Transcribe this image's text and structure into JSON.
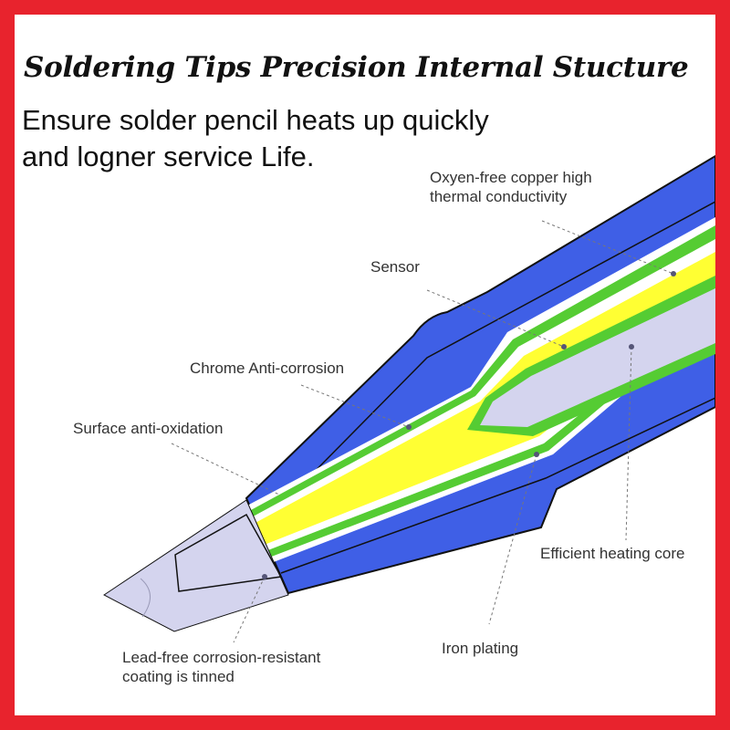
{
  "header": {
    "title": "Soldering Tips Precision Internal Stucture",
    "subtitle_line1": "Ensure solder pencil heats up quickly",
    "subtitle_line2": "and logner service Life."
  },
  "labels": {
    "oxygen_free_line1": "Oxyen-free copper high",
    "oxygen_free_line2": "thermal conductivity",
    "sensor": "Sensor",
    "chrome": "Chrome Anti-corrosion",
    "surface": "Surface anti-oxidation",
    "heating_core": "Efficient heating core",
    "iron_plating": "Iron plating",
    "lead_free_line1": "Lead-free corrosion-resistant",
    "lead_free_line2": "coating is tinned"
  },
  "colors": {
    "frame_red": "#e8232d",
    "shell_blue": "#3f5fe6",
    "copper_yellow": "#ffff33",
    "layer_green": "#55cc33",
    "tip_lavender": "#d4d4ee",
    "outline": "#111111"
  }
}
